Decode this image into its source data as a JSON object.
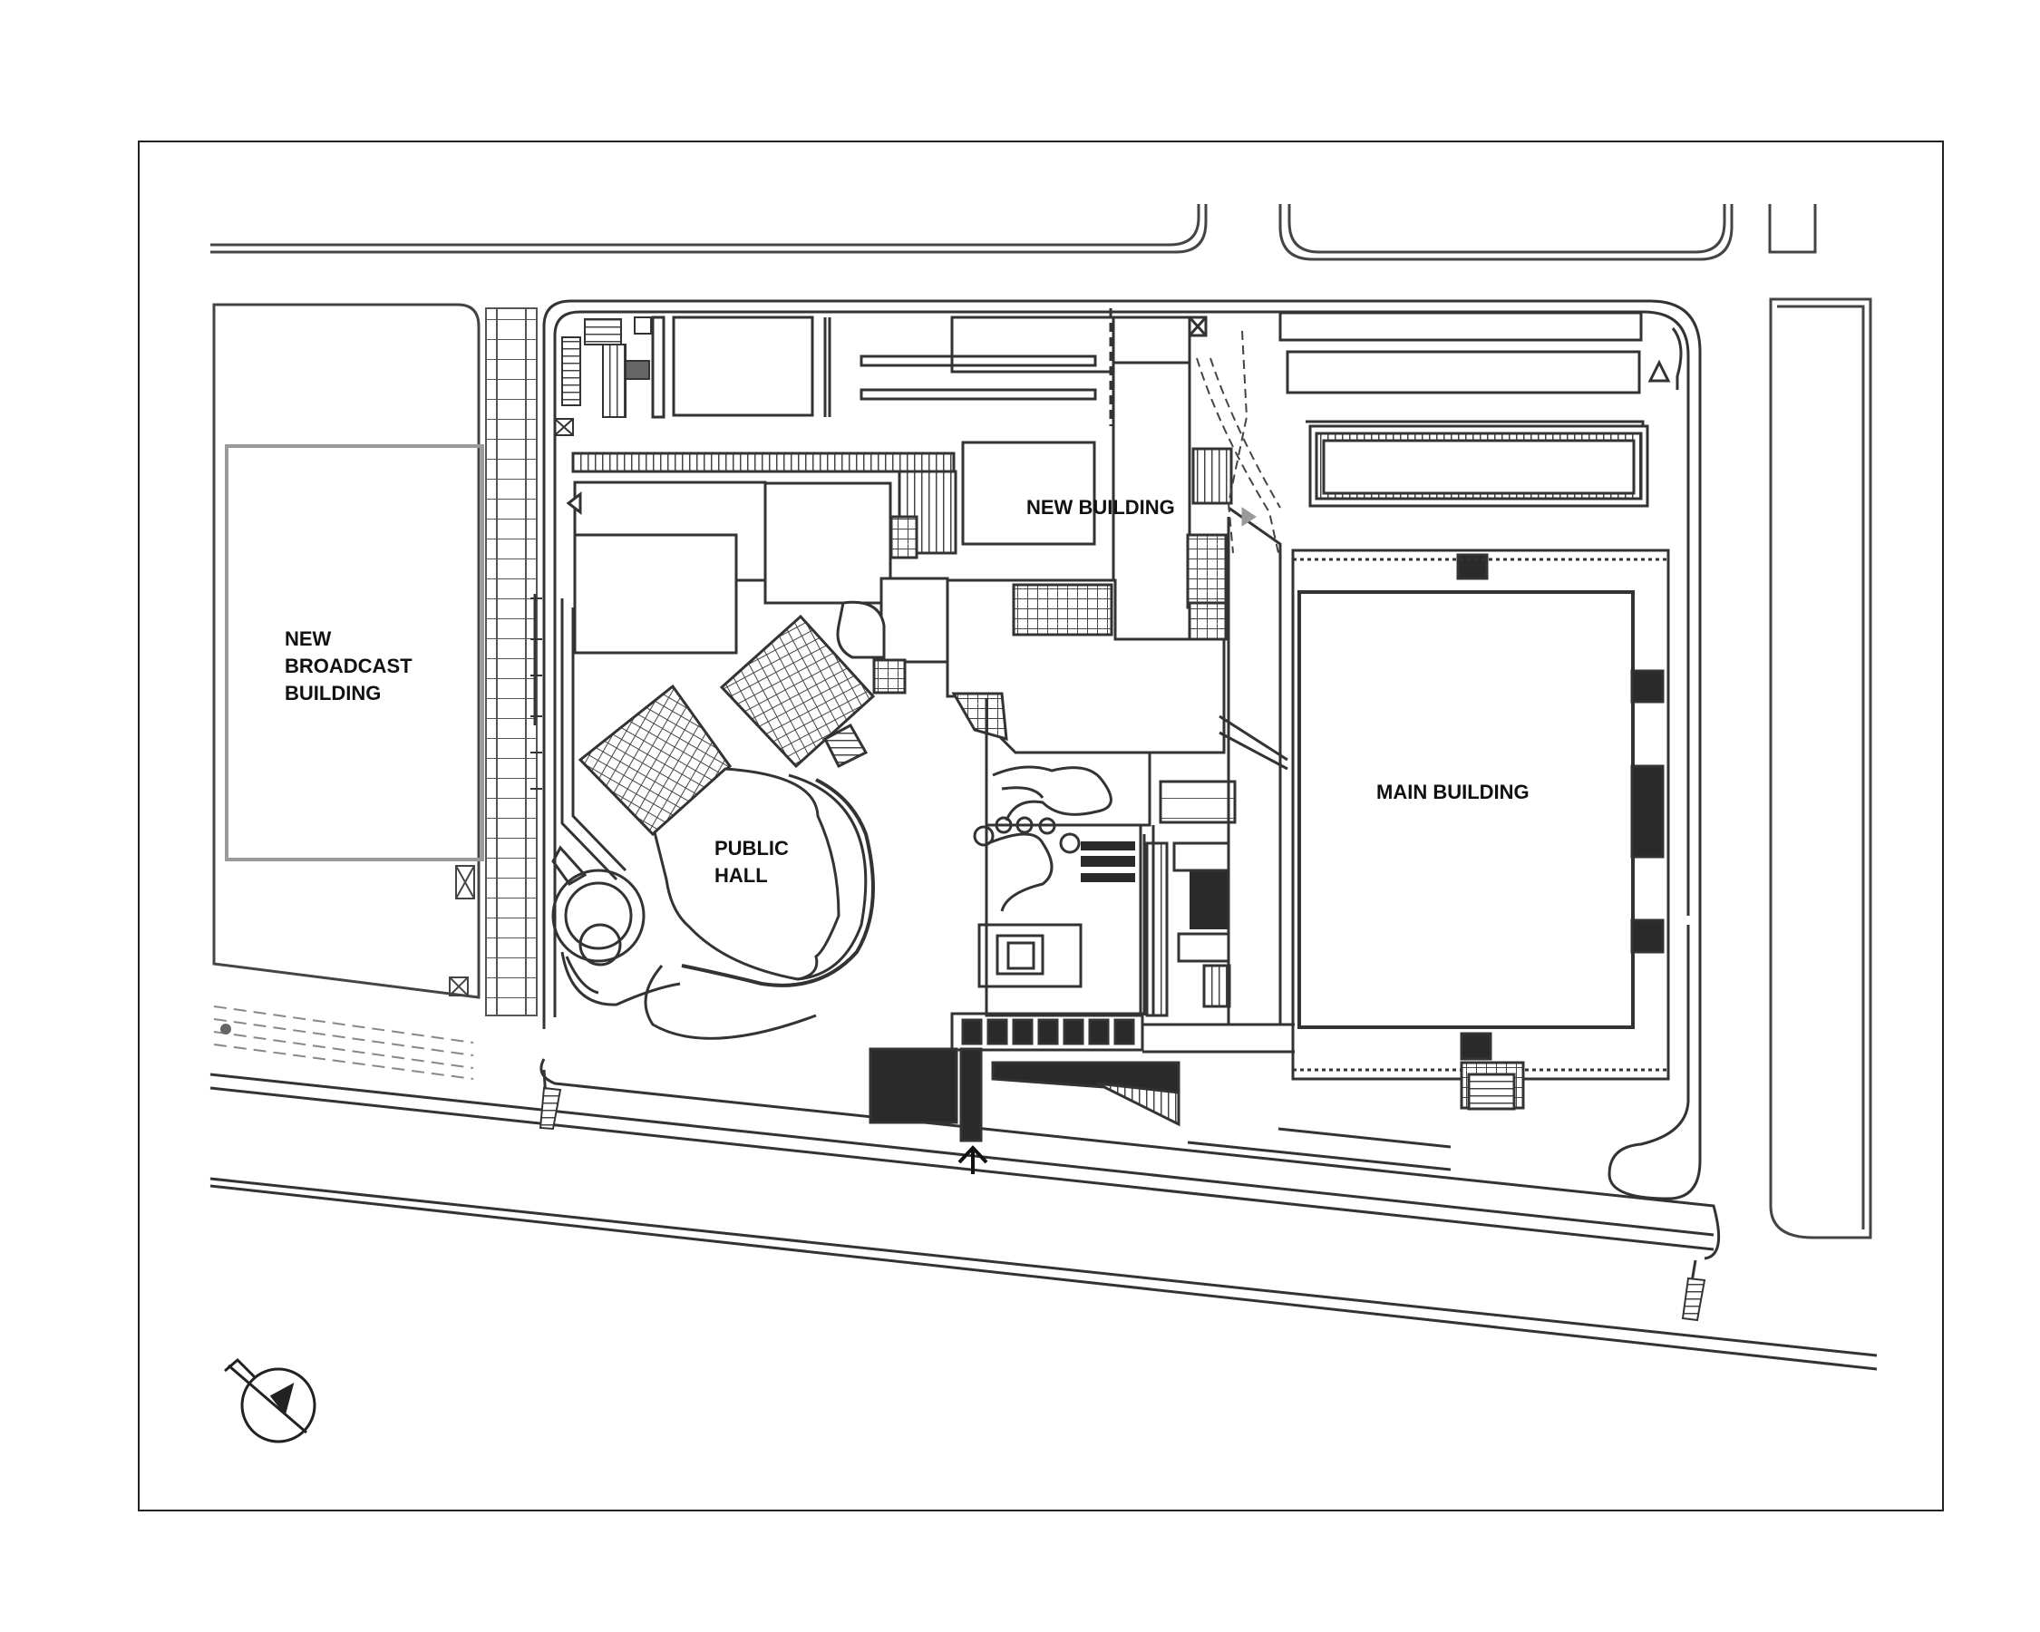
{
  "labels": {
    "new_broadcast_building": [
      "NEW",
      "BROADCAST",
      "BUILDING"
    ],
    "new_building": "NEW BUILDING",
    "public_hall": [
      "PUBLIC",
      "HALL"
    ],
    "main_building": "MAIN BUILDING"
  },
  "icons": {
    "north_arrow": "north-arrow-icon",
    "entrance_arrow": "entrance-arrow-icon"
  },
  "colors": {
    "line": "#333333",
    "hatch": "#555555",
    "dark_fill": "#2a2a2a",
    "light_line": "#9a9a9a",
    "background": "#ffffff"
  }
}
